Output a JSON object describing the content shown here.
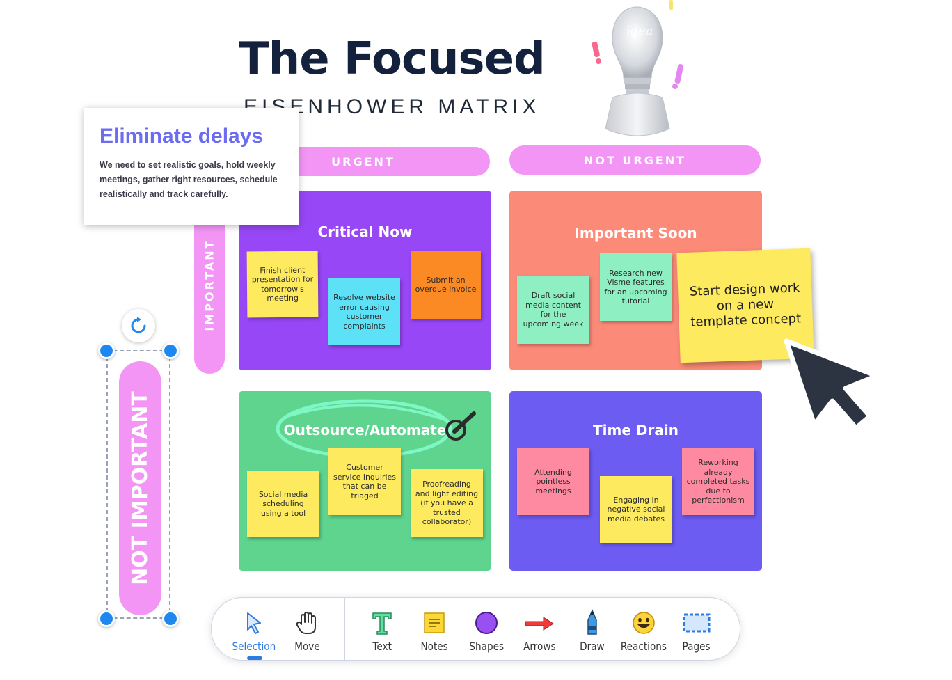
{
  "header": {
    "title": "The Focused",
    "subtitle": "EISENHOWER MATRIX"
  },
  "callout": {
    "title": "Eliminate delays",
    "body": "We need to set realistic goals, hold weekly meetings, gather right resources, schedule realistically and track carefully."
  },
  "labels": {
    "urgent": "URGENT",
    "not_urgent": "NOT URGENT",
    "important": "IMPORTANT",
    "not_important": "NOT IMPORTANT"
  },
  "quadrants": {
    "critical_now": {
      "title": "Critical Now",
      "color": "#9747f5",
      "notes": [
        "Finish client presentation for tomorrow's meeting",
        "Resolve website error causing customer complaints",
        "Submit an overdue invoice"
      ]
    },
    "important_soon": {
      "title": "Important Soon",
      "color": "#fb8a78",
      "notes": [
        "Draft social media content for the upcoming week",
        "Research new Visme features for an upcoming tutorial",
        "Start design work on a new template concept"
      ]
    },
    "outsource": {
      "title": "Outsource/Automate",
      "color": "#5ed48f",
      "notes": [
        "Social media scheduling using a tool",
        "Customer service inquiries that can be triaged",
        "Proofreading and light editing (if you have a trusted collaborator)"
      ]
    },
    "time_drain": {
      "title": "Time Drain",
      "color": "#6c5cf2",
      "notes": [
        "Attending pointless meetings",
        "Engaging in negative social media debates",
        "Reworking already completed tasks due to perfectionism"
      ]
    }
  },
  "colors": {
    "pill": "#f295f5",
    "note_yellow": "#fdea5e",
    "note_cyan": "#5ce1f7",
    "note_orange": "#fb8a24",
    "note_mint": "#8ef0c2",
    "note_pink": "#fd8aa0",
    "accent_blue": "#1e88f0"
  },
  "illustration": {
    "bulb_text": "idea"
  },
  "toolbar": {
    "active": "Selection",
    "tools": [
      {
        "label": "Selection",
        "icon": "cursor-icon"
      },
      {
        "label": "Move",
        "icon": "hand-icon"
      },
      {
        "label": "Text",
        "icon": "text-t-icon"
      },
      {
        "label": "Notes",
        "icon": "sticky-note-icon"
      },
      {
        "label": "Shapes",
        "icon": "circle-shape-icon"
      },
      {
        "label": "Arrows",
        "icon": "arrow-icon"
      },
      {
        "label": "Draw",
        "icon": "pen-icon"
      },
      {
        "label": "Reactions",
        "icon": "smiley-icon"
      },
      {
        "label": "Pages",
        "icon": "pages-icon"
      }
    ]
  }
}
